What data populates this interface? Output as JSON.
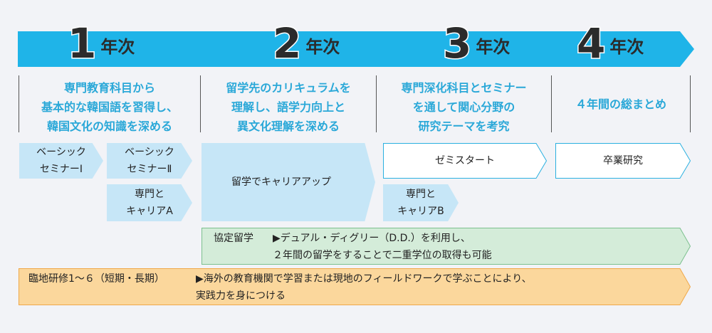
{
  "years": [
    {
      "num": "1",
      "label": "年次"
    },
    {
      "num": "2",
      "label": "年次"
    },
    {
      "num": "3",
      "label": "年次"
    },
    {
      "num": "4",
      "label": "年次"
    }
  ],
  "goals": [
    "専門教育科目から\n基本的な韓国語を習得し、\n韓国文化の知識を深める",
    "留学先のカリキュラムを\n理解し、語学力向上と\n異文化理解を深める",
    "専門深化科目とセミナー\nを通して関心分野の\n研究テーマを考究",
    "４年間の総まとめ"
  ],
  "courses": {
    "basic1": "ベーシック\nセミナーⅠ",
    "basic2": "ベーシック\nセミナーⅡ",
    "careerA": "専門と\nキャリアA",
    "study_abroad": "留学でキャリアアップ",
    "seminar_start": "ゼミスタート",
    "careerB": "専門と\nキャリアB",
    "graduation": "卒業研究"
  },
  "agreement": {
    "label": "協定留学",
    "text": "▶デュアル・ディグリー（D.D.）を利用し、\n２年間の留学をすることで二重学位の取得も可能"
  },
  "training": {
    "label": "臨地研修1～６（短期・長期）",
    "text": "▶海外の教育機関で学習または現地のフィールドワークで学ぶことにより、\n実践力を身につける"
  },
  "colors": {
    "band": "#1fb4e8",
    "goal_text": "#2aa8d8",
    "course_blue": "#c6e6f7",
    "agreement_fill": "#d4ecd9",
    "agreement_border": "#7cc08e",
    "training_fill": "#fbd79c",
    "training_border": "#efa84a"
  }
}
